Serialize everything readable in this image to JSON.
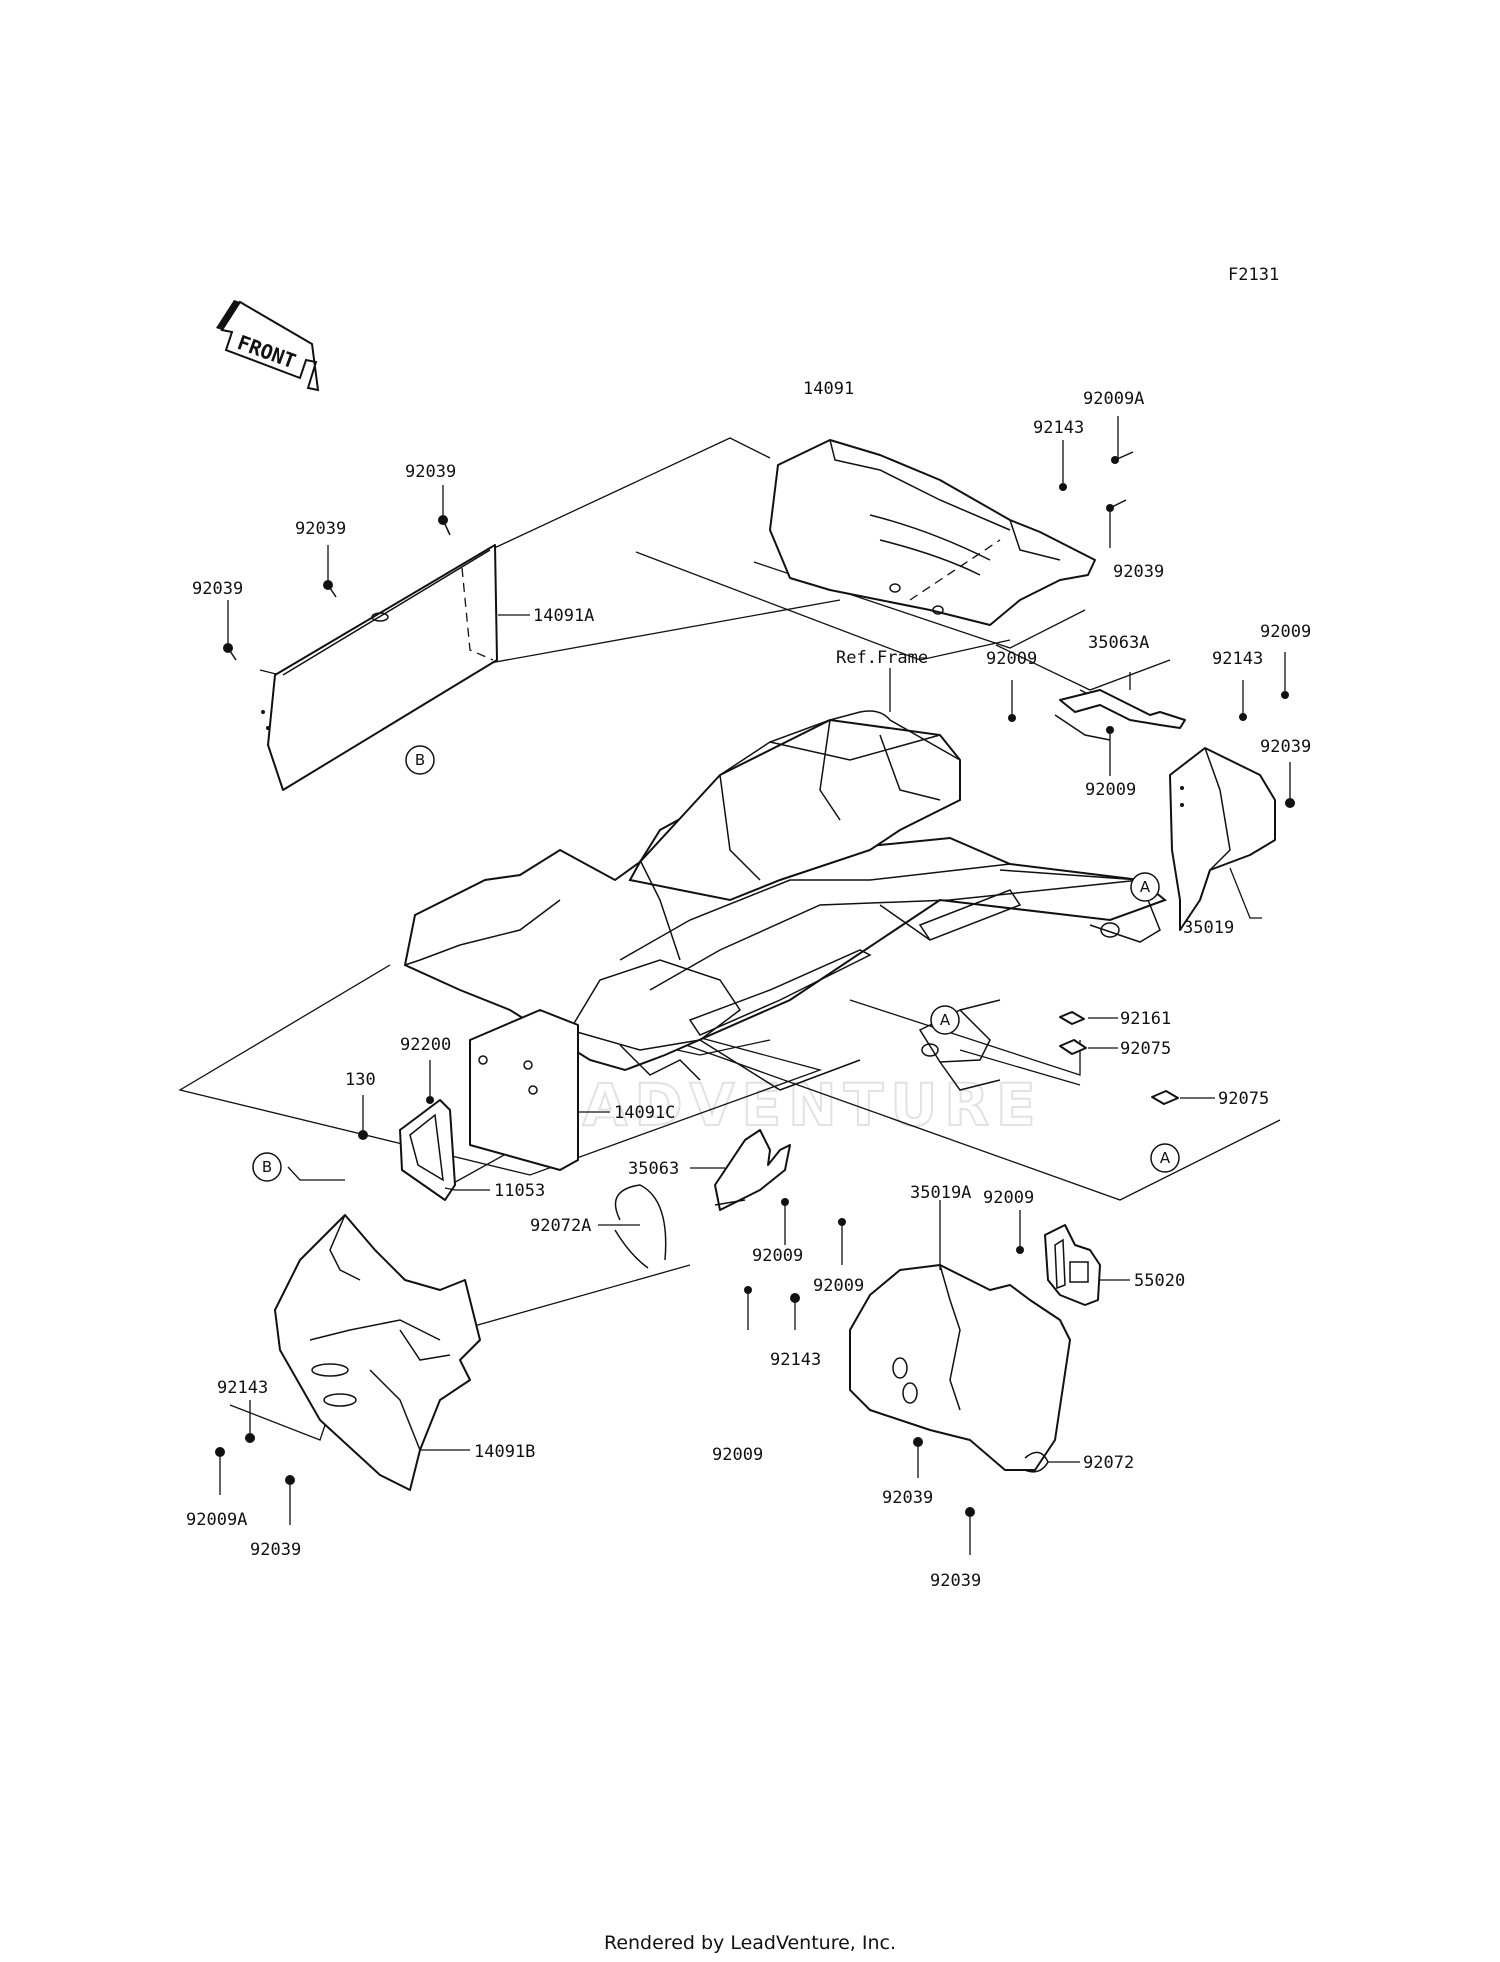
{
  "diagram_code": "F2131",
  "front_arrow": "FRONT",
  "watermark": "LEADVENTURE",
  "ref_frame": "Ref.Frame",
  "labels": {
    "p14091": "14091",
    "p92009A_top": "92009A",
    "p92143_top": "92143",
    "p92039_topright": "92039",
    "p92039_a": "92039",
    "p92039_b": "92039",
    "p92039_c": "92039",
    "p14091A": "14091A",
    "p35063A": "35063A",
    "p92009_mid": "92009",
    "p92009_mid2": "92009",
    "p92143_right": "92143",
    "p92009_right": "92009",
    "p92039_right": "92039",
    "p35019": "35019",
    "p92161": "92161",
    "p92075_a": "92075",
    "p92075_b": "92075",
    "p92200": "92200",
    "p130": "130",
    "p14091C": "14091C",
    "p11053": "11053",
    "p35063": "35063",
    "p92072A": "92072A",
    "p92009_lo1": "92009",
    "p92009_lo2": "92009",
    "p35019A": "35019A",
    "p92009_lo3": "92009",
    "p55020": "55020",
    "p92143_bl": "92143",
    "p92009A_bl": "92009A",
    "p92039_bl": "92039",
    "p14091B": "14091B",
    "p92009_br": "92009",
    "p92143_br": "92143",
    "p92039_br1": "92039",
    "p92039_br2": "92039",
    "p92072": "92072"
  },
  "callouts": {
    "b_top": "B",
    "a_right": "A",
    "a_mid": "A",
    "a_low": "A",
    "b_bottom": "B"
  },
  "footer": "Rendered by LeadVenture, Inc."
}
